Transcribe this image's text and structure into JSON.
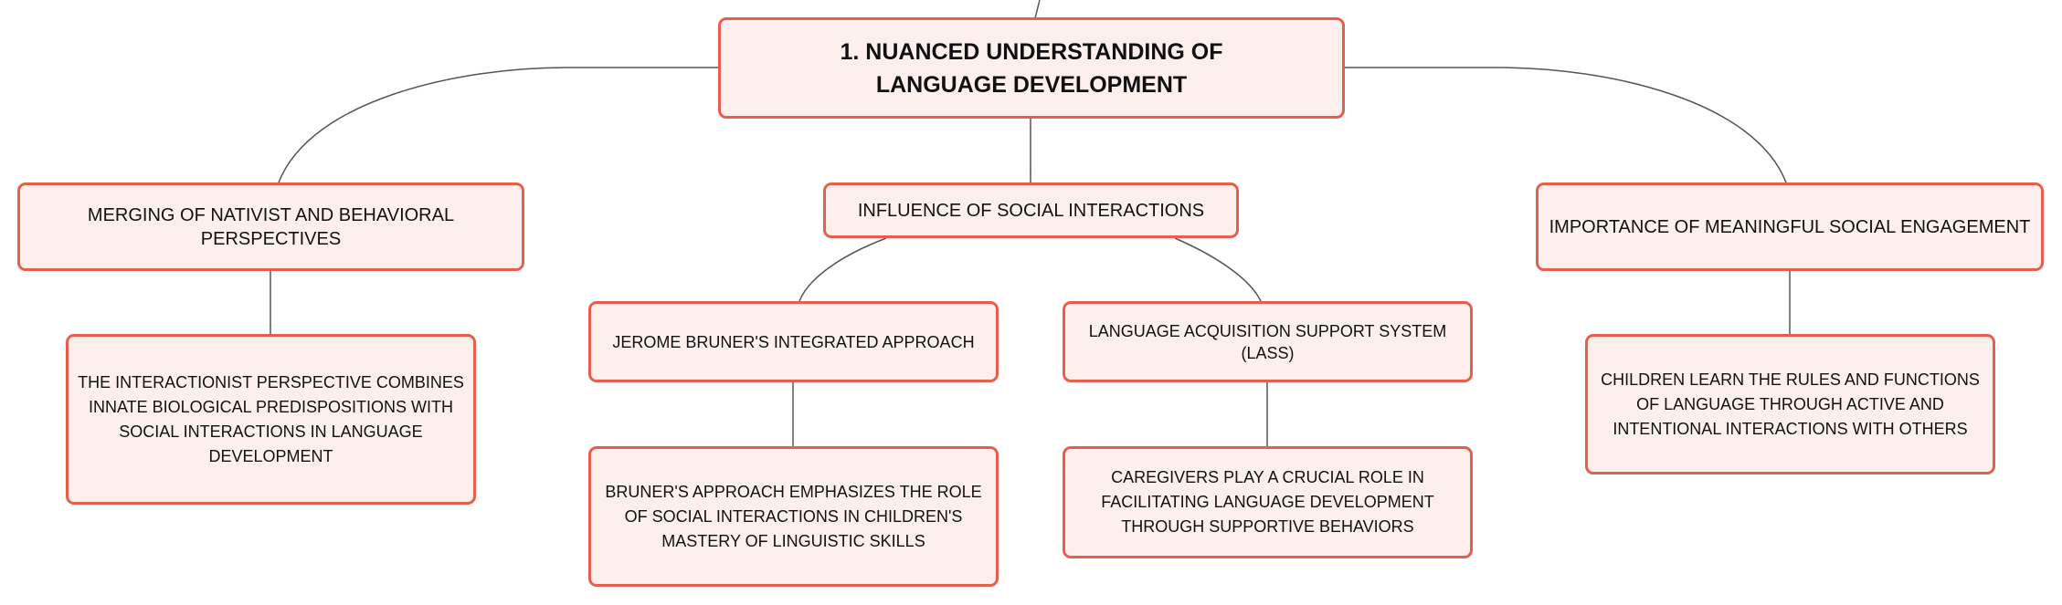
{
  "colors": {
    "node_fill": "#fdf0ec",
    "node_border": "#e4604c",
    "connector": "#555555",
    "text": "#111111"
  },
  "root": {
    "label": "1. NUANCED UNDERSTANDING OF LANGUAGE DEVELOPMENT"
  },
  "branches": {
    "merging": {
      "label": "MERGING OF NATIVIST AND BEHAVIORAL PERSPECTIVES",
      "detail": "THE INTERACTIONIST PERSPECTIVE COMBINES INNATE BIOLOGICAL PREDISPOSITIONS WITH SOCIAL INTERACTIONS IN LANGUAGE DEVELOPMENT"
    },
    "social": {
      "label": "INFLUENCE OF SOCIAL INTERACTIONS",
      "children": {
        "bruner": {
          "label": "JEROME BRUNER'S INTEGRATED APPROACH",
          "detail": "BRUNER'S APPROACH EMPHASIZES THE ROLE OF SOCIAL INTERACTIONS IN CHILDREN'S MASTERY OF LINGUISTIC SKILLS"
        },
        "lass": {
          "label": "LANGUAGE ACQUISITION SUPPORT SYSTEM (LASS)",
          "detail": "CAREGIVERS PLAY A CRUCIAL ROLE IN FACILITATING LANGUAGE DEVELOPMENT THROUGH SUPPORTIVE BEHAVIORS"
        }
      }
    },
    "engagement": {
      "label": "IMPORTANCE OF MEANINGFUL SOCIAL ENGAGEMENT",
      "detail": "CHILDREN LEARN THE RULES AND FUNCTIONS OF LANGUAGE THROUGH ACTIVE AND INTENTIONAL INTERACTIONS WITH OTHERS"
    }
  }
}
